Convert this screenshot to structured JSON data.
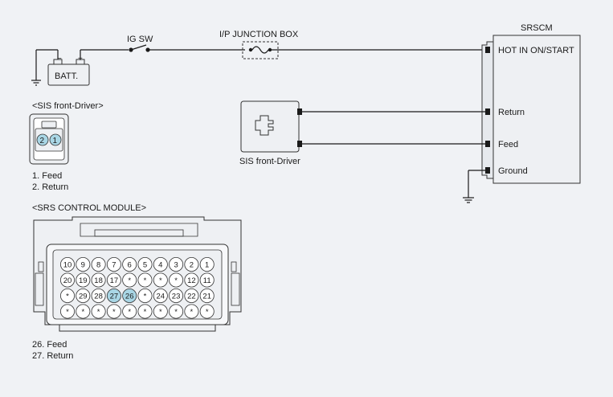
{
  "battery": {
    "label": "BATT."
  },
  "ig_switch": {
    "label": "IG SW"
  },
  "junction_box": {
    "label": "I/P JUNCTION BOX"
  },
  "srscm": {
    "title": "SRSCM",
    "terminals": [
      "HOT IN ON/START",
      "Return",
      "Feed",
      "Ground"
    ]
  },
  "sis_sensor": {
    "label": "SIS front-Driver"
  },
  "sis_connector": {
    "title": "<SIS front-Driver>",
    "pins": [
      "2",
      "1"
    ],
    "legend": [
      "1. Feed",
      "2. Return"
    ]
  },
  "srs_connector": {
    "title": "<SRS CONTROL MODULE>",
    "rows": [
      [
        "10",
        "9",
        "8",
        "7",
        "6",
        "5",
        "4",
        "3",
        "2",
        "1"
      ],
      [
        "20",
        "19",
        "18",
        "17",
        "*",
        "*",
        "*",
        "*",
        "12",
        "11"
      ],
      [
        "*",
        "29",
        "28",
        "27",
        "26",
        "*",
        "24",
        "23",
        "22",
        "21"
      ],
      [
        "*",
        "*",
        "*",
        "*",
        "*",
        "*",
        "*",
        "*",
        "*",
        "*"
      ]
    ],
    "highlighted": [
      "27",
      "26"
    ],
    "legend": [
      "26. Feed",
      "27. Return"
    ]
  },
  "colors": {
    "highlight_pin": "#a9d6e5",
    "pin_fill": "#ffffff",
    "body": "#eef0f3"
  }
}
